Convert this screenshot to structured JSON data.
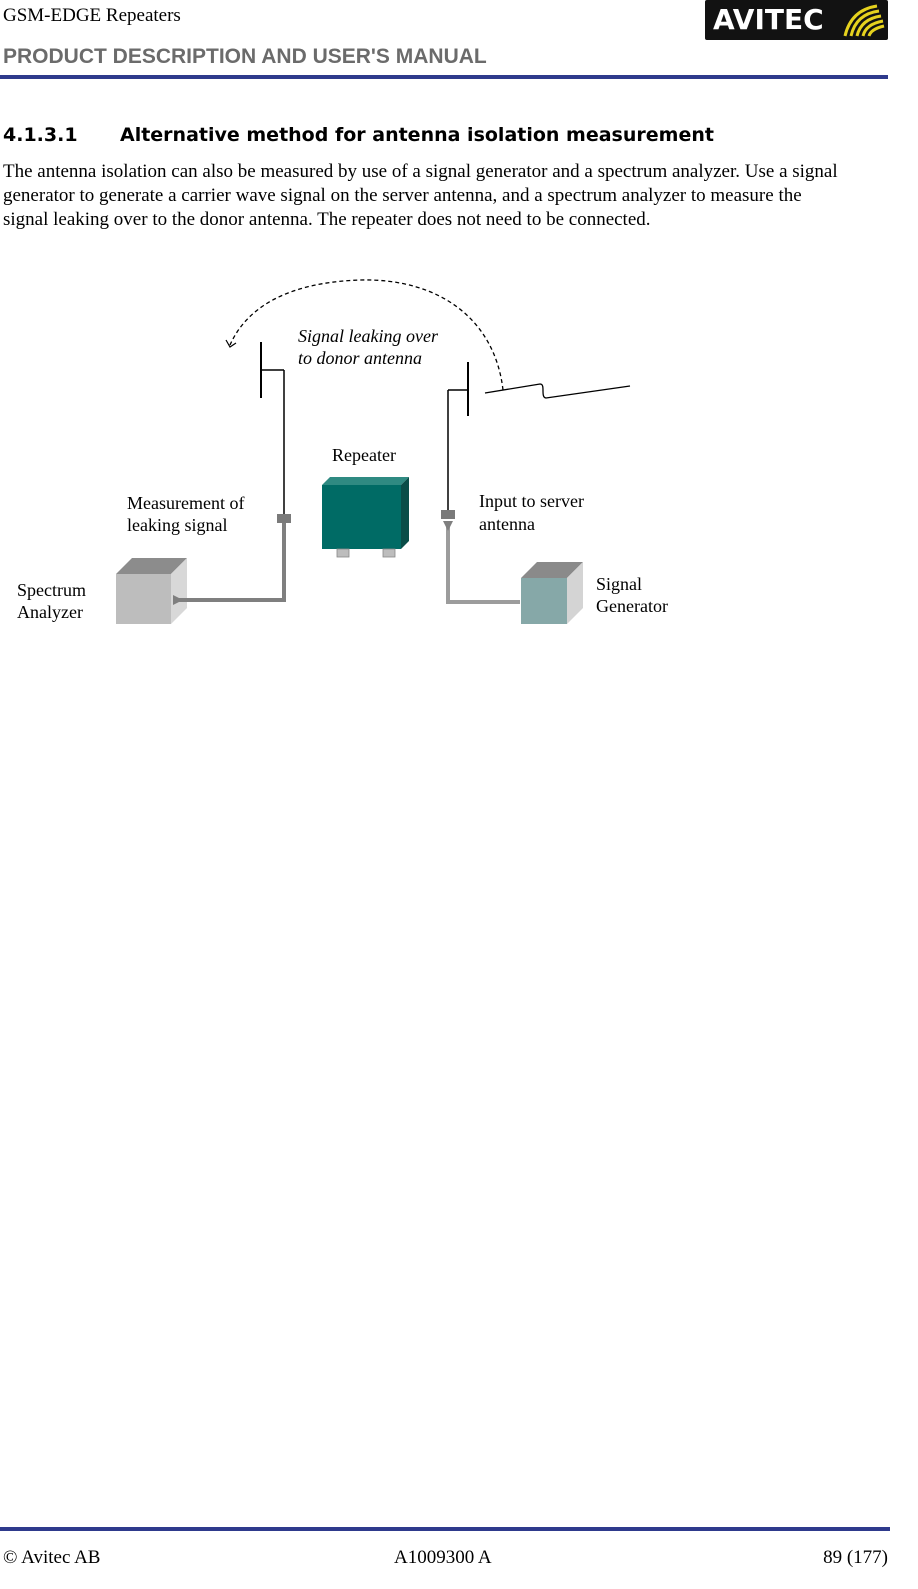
{
  "header": {
    "product": "GSM-EDGE Repeaters",
    "manual_title": "PRODUCT DESCRIPTION AND USER'S MANUAL",
    "logo_text": "AVITEC"
  },
  "section": {
    "number": "4.1.3.1",
    "title": "Alternative method for antenna isolation measurement",
    "body_lines": [
      "The antenna isolation can also be measured by use of a signal generator and a spectrum analyzer. Use a signal",
      "generator to generate a carrier wave signal on the server antenna, and a spectrum analyzer to measure the",
      "signal leaking over to the donor antenna. The repeater does not need to be connected."
    ]
  },
  "diagram": {
    "leak_label_1": "Signal leaking over",
    "leak_label_2": "to donor antenna",
    "repeater_label": "Repeater",
    "measurement_label_1": "Measurement of",
    "measurement_label_2": "leaking signal",
    "input_label_1": "Input to server",
    "input_label_2": "antenna",
    "spectrum_label_1": "Spectrum",
    "spectrum_label_2": "Analyzer",
    "generator_label_1": "Signal",
    "generator_label_2": "Generator"
  },
  "footer": {
    "copyright": "© Avitec AB",
    "doc_number": "A1009300 A",
    "page": "89 (177)"
  }
}
